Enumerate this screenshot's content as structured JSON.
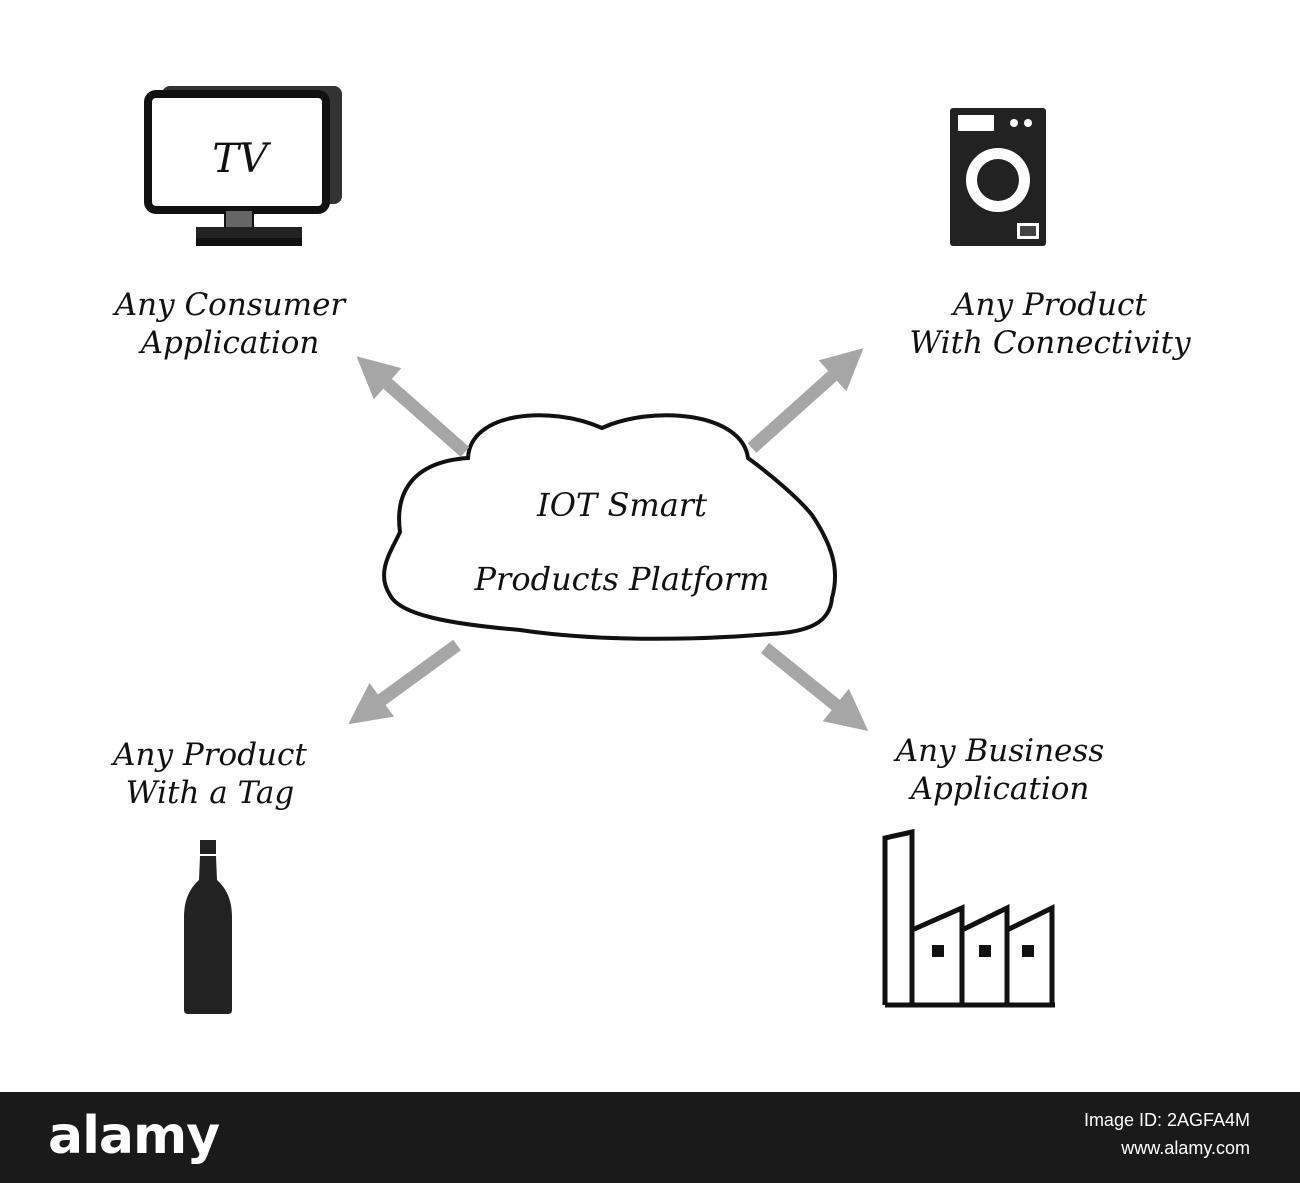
{
  "center": {
    "line1": "IOT Smart",
    "line2": "Products Platform"
  },
  "nodes": {
    "consumer": {
      "line1": "Any Consumer",
      "line2": "Application",
      "icon": "tv-icon",
      "icon_text": "TV"
    },
    "connectivity": {
      "line1": "Any Product",
      "line2": "With Connectivity",
      "icon": "washing-machine-icon"
    },
    "tag": {
      "line1": "Any Product",
      "line2": "With a Tag",
      "icon": "bottle-icon"
    },
    "business": {
      "line1": "Any Business",
      "line2": "Application",
      "icon": "factory-icon"
    }
  },
  "colors": {
    "arrow": "#a6a6a6",
    "ink": "#111111",
    "footer_bg": "#1a1a1a"
  },
  "footer": {
    "brand": "alamy",
    "image_id": "Image ID: 2AGFA4M",
    "site": "www.alamy.com"
  }
}
